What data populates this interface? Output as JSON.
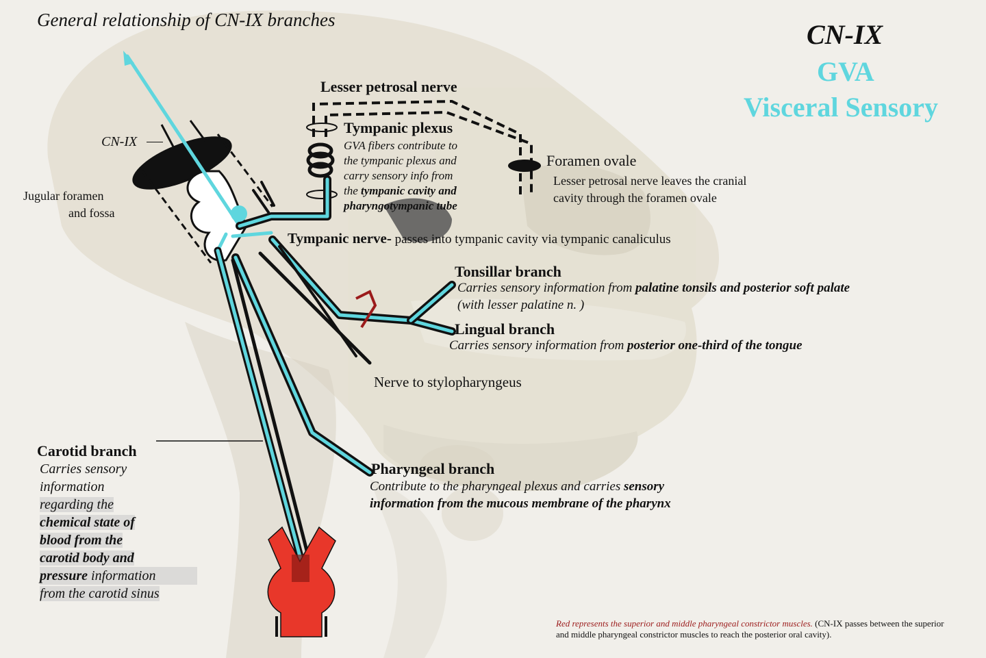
{
  "title": "General relationship of CN-IX branches",
  "header": {
    "cn": "CN-IX",
    "gva": "GVA",
    "visceral": "Visceral Sensory"
  },
  "colors": {
    "gva": "#5fd6de",
    "muscle": "#e8372a",
    "nerve": "#111111",
    "muscle_note": "#9b1b1b",
    "tonsillar_hook": "#9b1b1b"
  },
  "labels": {
    "cn_ix": "CN-IX",
    "jugular_1": "Jugular foramen",
    "jugular_2": "and fossa",
    "lesser_petrosal": "Lesser petrosal nerve",
    "tympanic_plexus": "Tympanic plexus",
    "tp_desc_1": "GVA fibers contribute to",
    "tp_desc_2": "the tympanic plexus and",
    "tp_desc_3": "carry sensory info from",
    "tp_desc_4a": "the ",
    "tp_desc_4b": "tympanic cavity and",
    "tp_desc_5": "pharyngotympanic tube",
    "foramen_ovale": "Foramen ovale",
    "fo_desc_1": "Lesser petrosal nerve leaves the cranial",
    "fo_desc_2": "cavity through the foramen ovale",
    "tympanic_nerve": "Tympanic nerve-",
    "tympanic_nerve_desc": " passes into tympanic cavity via tympanic canaliculus",
    "tonsillar": "Tonsillar branch",
    "tonsillar_desc_1a": "Carries sensory information from ",
    "tonsillar_desc_1b": "palatine tonsils and posterior soft palate",
    "tonsillar_desc_2": "(with lesser palatine n. )",
    "lingual": "Lingual branch",
    "lingual_desc_a": "Carries sensory information from ",
    "lingual_desc_b": "posterior one-third of the tongue",
    "stylo": "Nerve to stylopharyngeus",
    "carotid": "Carotid branch",
    "carotid_desc_1": "Carries sensory",
    "carotid_desc_2": "information",
    "carotid_desc_3": "regarding the",
    "carotid_desc_4": "chemical state of",
    "carotid_desc_5": "blood from the",
    "carotid_desc_6": "carotid body and",
    "carotid_desc_7a": "pressure",
    "carotid_desc_7b": " information",
    "carotid_desc_8": "from the carotid sinus",
    "pharyngeal": "Pharyngeal branch",
    "pharyngeal_desc_1a": "Contribute to the pharyngeal plexus and carries ",
    "pharyngeal_desc_1b": "sensory",
    "pharyngeal_desc_2": "information from the mucous membrane of the pharynx"
  },
  "note": {
    "red": "Red represents the superior and middle pharyngeal constrictor muscles.",
    "black": " (CN-IX passes between the superior and middle pharyngeal constrictor muscles to reach the posterior oral cavity)."
  }
}
